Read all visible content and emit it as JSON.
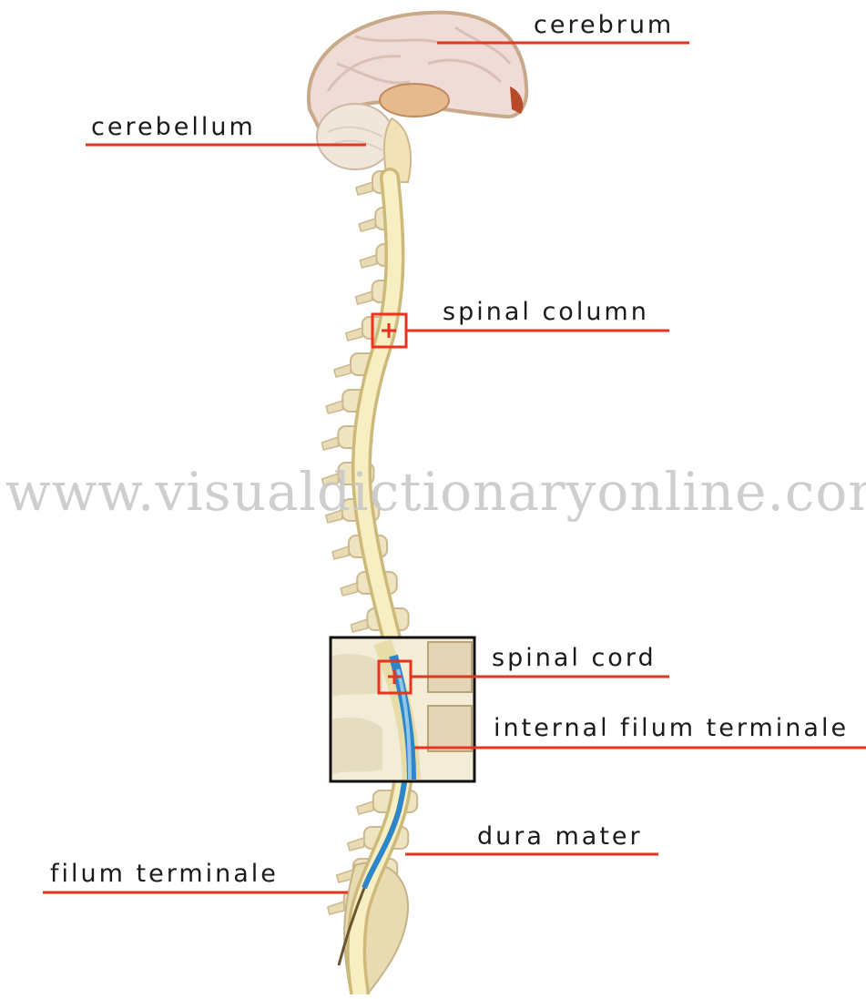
{
  "labels": {
    "cerebrum": "cerebrum",
    "cerebellum": "cerebellum",
    "spinal_column": "spinal column",
    "spinal_cord": "spinal cord",
    "internal_filum_terminale": "internal filum terminale",
    "dura_mater": "dura mater",
    "filum_terminale": "filum terminale"
  },
  "watermark": "www.visualdictionaryonline.com",
  "colors": {
    "leader_line": "#e8331e",
    "bone": "#efe4c0",
    "cord": "#f7eec2",
    "brain": "#f0dcd6",
    "dura": "#2c86c9"
  }
}
